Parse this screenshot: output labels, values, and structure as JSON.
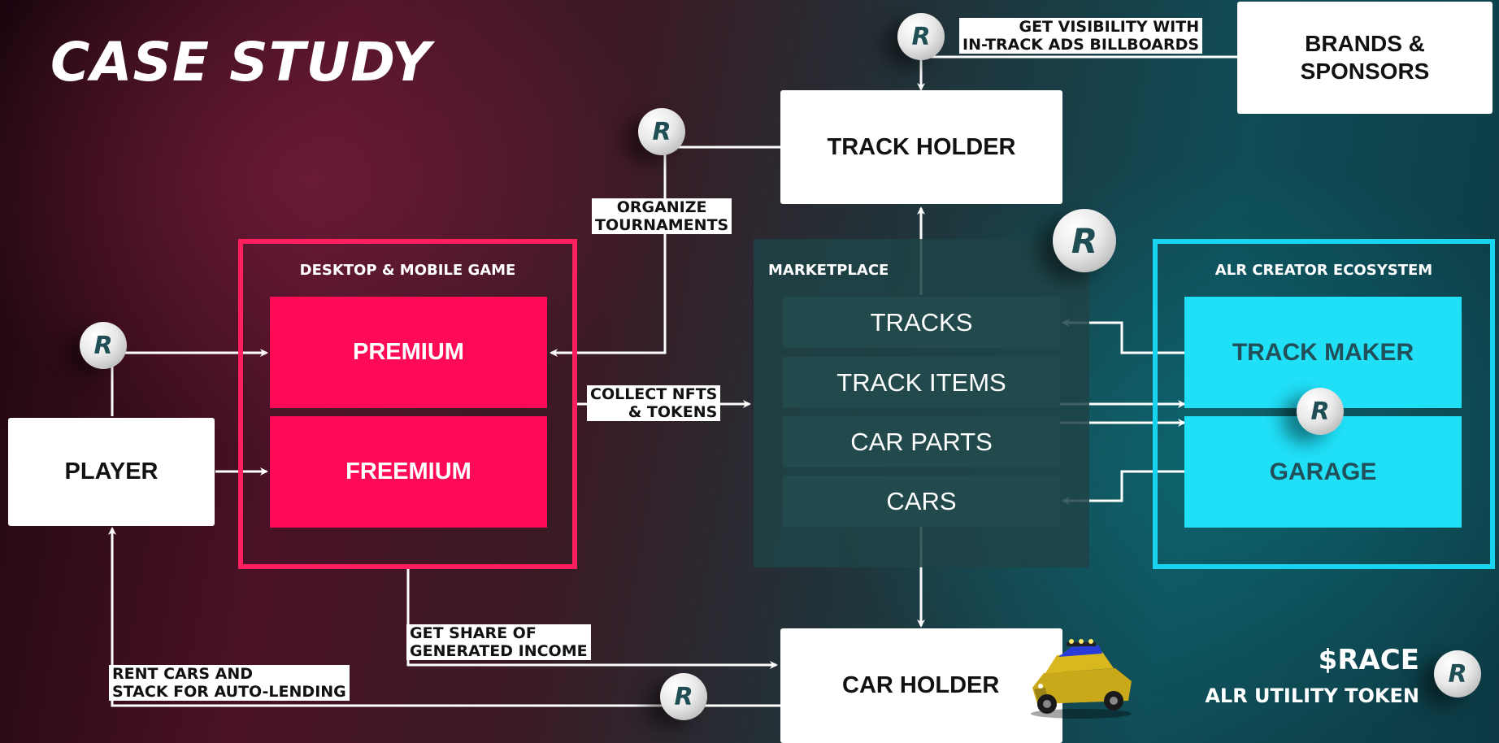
{
  "title": "CASE STUDY",
  "nodes": {
    "brands": "BRANDS & SPONSORS",
    "track_holder": "TRACK HOLDER",
    "player": "PLAYER",
    "car_holder": "CAR HOLDER"
  },
  "game": {
    "label": "DESKTOP & MOBILE GAME",
    "premium": "PREMIUM",
    "freemium": "FREEMIUM"
  },
  "marketplace": {
    "label": "MARKETPLACE",
    "items": [
      "TRACKS",
      "TRACK ITEMS",
      "CAR PARTS",
      "CARS"
    ]
  },
  "creator": {
    "label": "ALR CREATOR ECOSYSTEM",
    "track_maker": "TRACK MAKER",
    "garage": "GARAGE"
  },
  "edge_labels": {
    "visibility": [
      "GET VISIBILITY WITH",
      "IN-TRACK ADS BILLBOARDS"
    ],
    "organize": [
      "ORGANIZE",
      "TOURNAMENTS"
    ],
    "collect": [
      "COLLECT NFTS",
      "& TOKENS"
    ],
    "share": [
      "GET SHARE OF",
      "GENERATED INCOME"
    ],
    "rent": [
      "RENT CARS AND",
      "STACK FOR AUTO-LENDING"
    ]
  },
  "token": {
    "symbol": "$RACE",
    "caption": "ALR UTILITY TOKEN"
  },
  "coin_glyph": "R",
  "colors": {
    "premium": "#ff0a56",
    "game_frame": "#ff1f5e",
    "creator_frame": "#18d4f0",
    "creator_box": "#20e0f8",
    "marketplace_bg": "#1e4346",
    "marketplace_row": "#224a4d",
    "arrow": "#ffffff"
  }
}
